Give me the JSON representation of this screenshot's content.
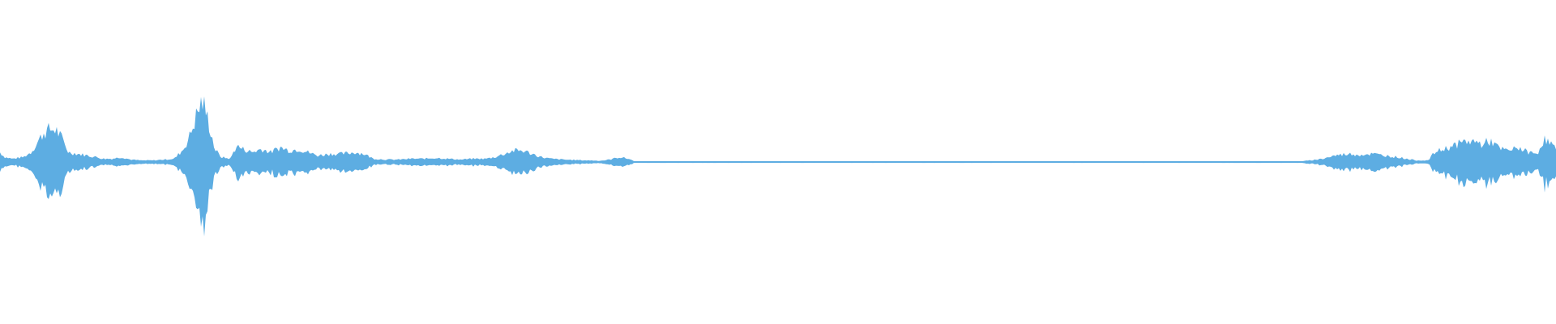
{
  "waveform": {
    "color": "#5DADE2",
    "background": "#ffffff",
    "envelope": [
      [
        0.0,
        0.06
      ],
      [
        0.003,
        0.03
      ],
      [
        0.008,
        0.02
      ],
      [
        0.015,
        0.03
      ],
      [
        0.02,
        0.06
      ],
      [
        0.024,
        0.12
      ],
      [
        0.028,
        0.18
      ],
      [
        0.032,
        0.2
      ],
      [
        0.036,
        0.2
      ],
      [
        0.04,
        0.14
      ],
      [
        0.044,
        0.06
      ],
      [
        0.05,
        0.05
      ],
      [
        0.056,
        0.04
      ],
      [
        0.062,
        0.03
      ],
      [
        0.066,
        0.02
      ],
      [
        0.072,
        0.02
      ],
      [
        0.078,
        0.03
      ],
      [
        0.084,
        0.015
      ],
      [
        0.09,
        0.01
      ],
      [
        0.098,
        0.01
      ],
      [
        0.106,
        0.015
      ],
      [
        0.112,
        0.02
      ],
      [
        0.118,
        0.08
      ],
      [
        0.122,
        0.16
      ],
      [
        0.126,
        0.28
      ],
      [
        0.13,
        0.38
      ],
      [
        0.134,
        0.25
      ],
      [
        0.138,
        0.08
      ],
      [
        0.142,
        0.03
      ],
      [
        0.148,
        0.02
      ],
      [
        0.152,
        0.1
      ],
      [
        0.156,
        0.08
      ],
      [
        0.162,
        0.06
      ],
      [
        0.168,
        0.08
      ],
      [
        0.174,
        0.06
      ],
      [
        0.18,
        0.09
      ],
      [
        0.186,
        0.07
      ],
      [
        0.192,
        0.08
      ],
      [
        0.198,
        0.06
      ],
      [
        0.204,
        0.04
      ],
      [
        0.212,
        0.05
      ],
      [
        0.22,
        0.05
      ],
      [
        0.228,
        0.06
      ],
      [
        0.234,
        0.05
      ],
      [
        0.24,
        0.02
      ],
      [
        0.248,
        0.015
      ],
      [
        0.256,
        0.015
      ],
      [
        0.264,
        0.02
      ],
      [
        0.272,
        0.02
      ],
      [
        0.28,
        0.025
      ],
      [
        0.288,
        0.02
      ],
      [
        0.296,
        0.015
      ],
      [
        0.304,
        0.02
      ],
      [
        0.312,
        0.02
      ],
      [
        0.318,
        0.03
      ],
      [
        0.324,
        0.05
      ],
      [
        0.33,
        0.07
      ],
      [
        0.336,
        0.07
      ],
      [
        0.342,
        0.05
      ],
      [
        0.348,
        0.03
      ],
      [
        0.354,
        0.02
      ],
      [
        0.362,
        0.015
      ],
      [
        0.37,
        0.012
      ],
      [
        0.378,
        0.01
      ],
      [
        0.386,
        0.008
      ],
      [
        0.392,
        0.015
      ],
      [
        0.398,
        0.03
      ],
      [
        0.404,
        0.02
      ],
      [
        0.408,
        0.004
      ],
      [
        0.5,
        0.003
      ],
      [
        0.6,
        0.003
      ],
      [
        0.7,
        0.003
      ],
      [
        0.8,
        0.003
      ],
      [
        0.836,
        0.004
      ],
      [
        0.842,
        0.01
      ],
      [
        0.85,
        0.02
      ],
      [
        0.858,
        0.04
      ],
      [
        0.866,
        0.05
      ],
      [
        0.874,
        0.045
      ],
      [
        0.882,
        0.05
      ],
      [
        0.89,
        0.04
      ],
      [
        0.898,
        0.03
      ],
      [
        0.904,
        0.02
      ],
      [
        0.91,
        0.01
      ],
      [
        0.918,
        0.01
      ],
      [
        0.922,
        0.06
      ],
      [
        0.928,
        0.08
      ],
      [
        0.934,
        0.1
      ],
      [
        0.94,
        0.12
      ],
      [
        0.946,
        0.13
      ],
      [
        0.952,
        0.11
      ],
      [
        0.958,
        0.13
      ],
      [
        0.964,
        0.08
      ],
      [
        0.97,
        0.07
      ],
      [
        0.976,
        0.09
      ],
      [
        0.982,
        0.06
      ],
      [
        0.988,
        0.05
      ],
      [
        0.992,
        0.14
      ],
      [
        0.996,
        0.12
      ],
      [
        1.0,
        0.08
      ]
    ]
  }
}
